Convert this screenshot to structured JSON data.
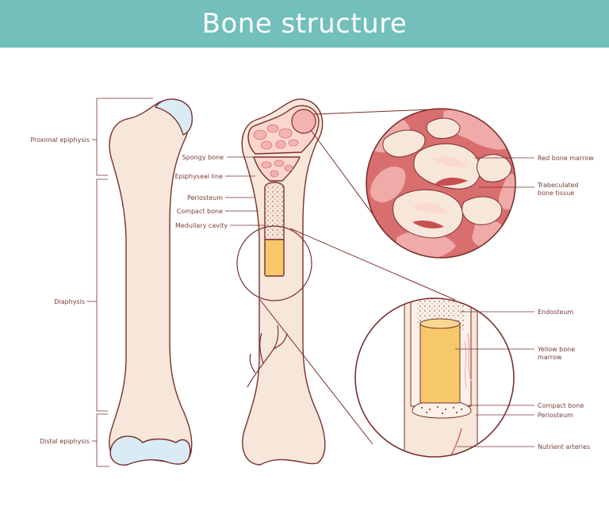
{
  "title": "Bone structure",
  "colors": {
    "banner": "#72bfbb",
    "outline": "#7a2f2f",
    "bone": "#f7e7da",
    "cartilage": "#d9ecf5",
    "marrow_red": "#f0aaa8",
    "marrow_dark": "#d86e6e",
    "marrow_light": "#fbd6cf",
    "yellow_marrow": "#f7c86a"
  },
  "regions": {
    "proximal_epiphysis": "Proximal epiphysis",
    "diaphysis": "Diaphysis",
    "distal_epiphysis": "Distal epiphysis"
  },
  "section_labels": {
    "spongy_bone": "Spongy bone",
    "epiphyseal_line": "Epiphyseal line",
    "periosteum": "Periosteum",
    "compact_bone": "Compact bone",
    "medullary_cavity": "Medullary cavity"
  },
  "zoom_top_labels": {
    "red_bone_marrow": "Red bone marrow",
    "trabeculated_1": "Trabeculated",
    "trabeculated_2": "bone tissue"
  },
  "zoom_bottom_labels": {
    "endosteum": "Endosteum",
    "yellow_1": "Yellow bone",
    "yellow_2": "marrow",
    "compact_bone": "Compact bone",
    "periosteum": "Periosteum",
    "nutrient_arteries": "Nutrient arteries"
  }
}
